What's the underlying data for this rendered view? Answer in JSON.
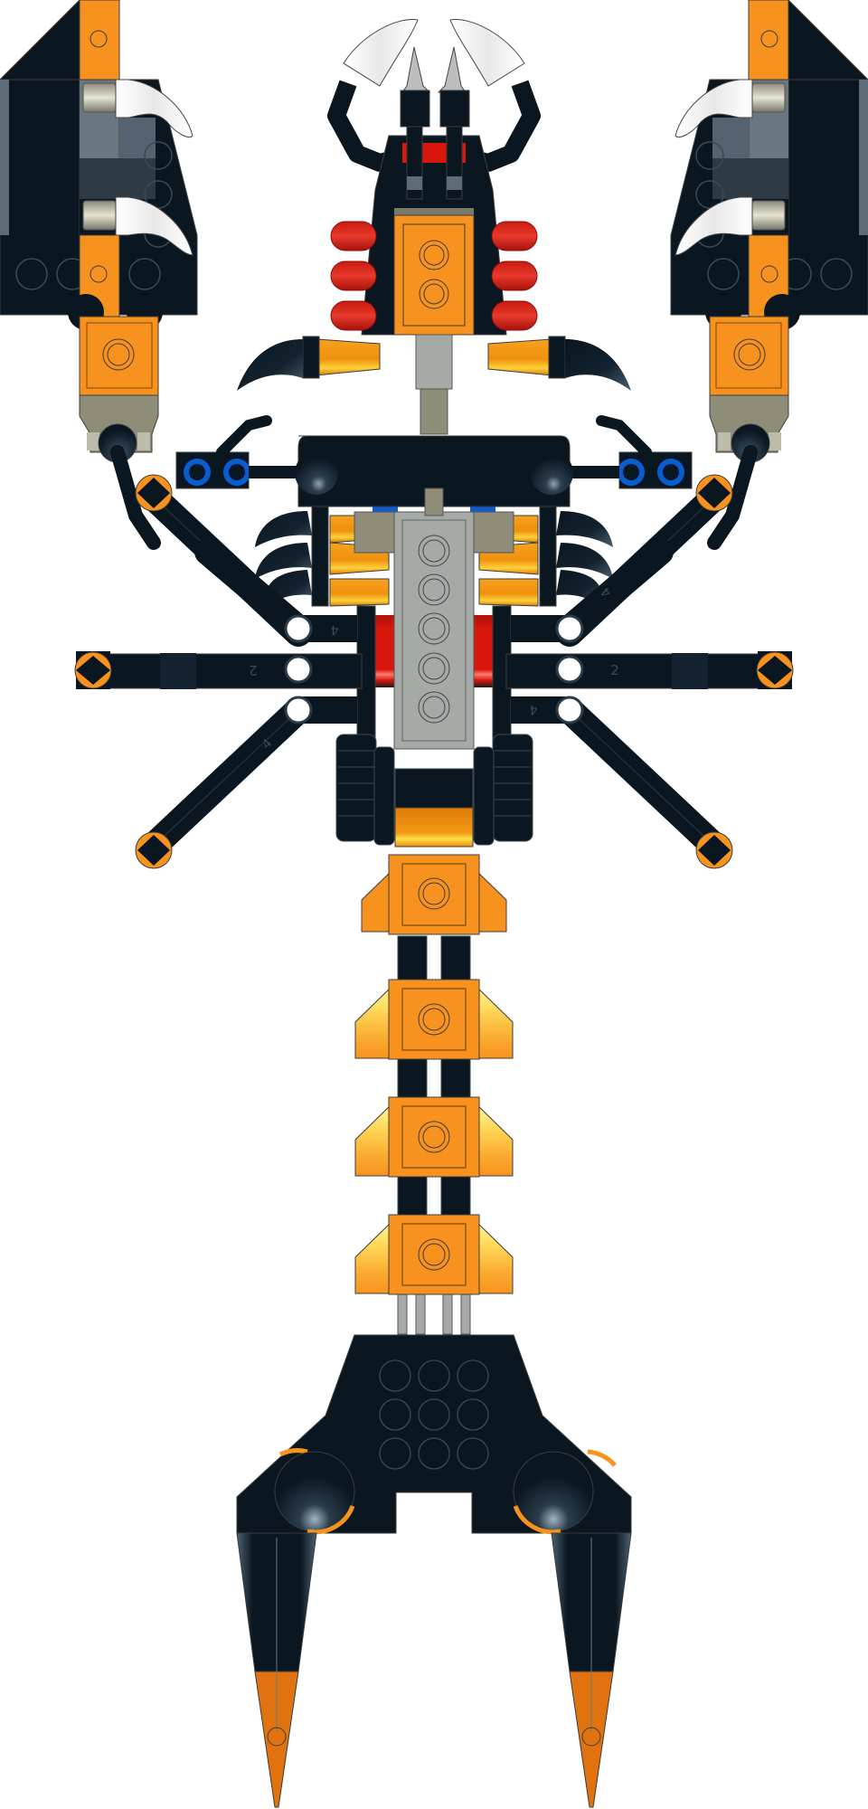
{
  "model": {
    "subject": "LEGO scorpion model",
    "view": "top-down render",
    "background": "#ffffff"
  },
  "colors": {
    "black": "#0a1620",
    "black_edge": "#2c3a46",
    "dark_gray": "#2e3a44",
    "mid_gray": "#6b7780",
    "orange": "#f7921e",
    "orange_dark": "#d9700f",
    "yellow_light": "#fff59a",
    "light_gray": "#a6aaa6",
    "tan_gray": "#8f8c78",
    "red": "#d8160c",
    "trans_red": "#e4261c",
    "blue": "#0b5bd1",
    "white": "#f4f4f4",
    "metal": "#bdbbaa",
    "outline": "#3c3c3c"
  },
  "parts": {
    "claws": {
      "count": 2,
      "claw_teeth_per_claw": 2
    },
    "head": {
      "pincers": 2,
      "mandibles": 2,
      "trans_red_lights": 6,
      "brick_studs": 2
    },
    "body": {
      "fangs": 8,
      "gray_brick_studs": 5,
      "blue_pins": 4
    },
    "legs": {
      "count": 6,
      "connector_labels_left": [
        "4",
        "2",
        "4"
      ],
      "connector_labels_right": [
        "4",
        "2",
        "4"
      ]
    },
    "wheels": 2,
    "tail_segments": 4,
    "tail_base_studs": 9,
    "stingers": 2
  }
}
